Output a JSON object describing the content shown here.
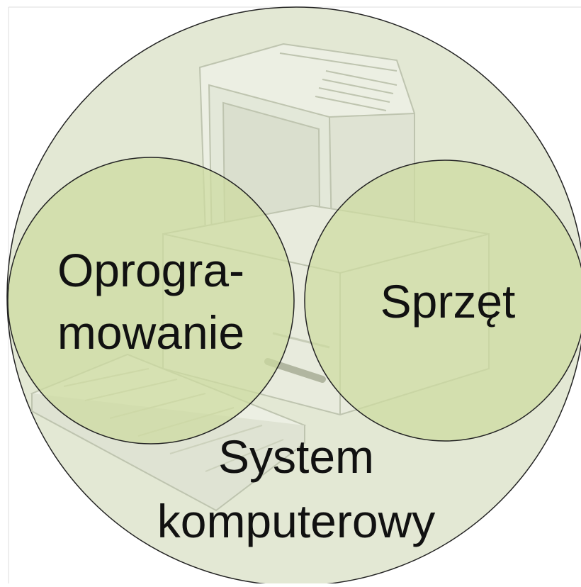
{
  "diagram": {
    "outer": {
      "label_lines": [
        "System",
        "komputerowy"
      ]
    },
    "left": {
      "label_lines": [
        "Oprogra-",
        "mowanie"
      ]
    },
    "right": {
      "label_lines": [
        "Sprzęt"
      ]
    },
    "background_icon": "desktop-computer-icon",
    "colors": {
      "outer_fill": "#e3e8d4",
      "inner_fill": "#cddb9f",
      "stroke": "#222222",
      "computer_light": "#eef1e6",
      "computer_mid": "#d9dece",
      "computer_dark": "#b8bea9"
    }
  }
}
